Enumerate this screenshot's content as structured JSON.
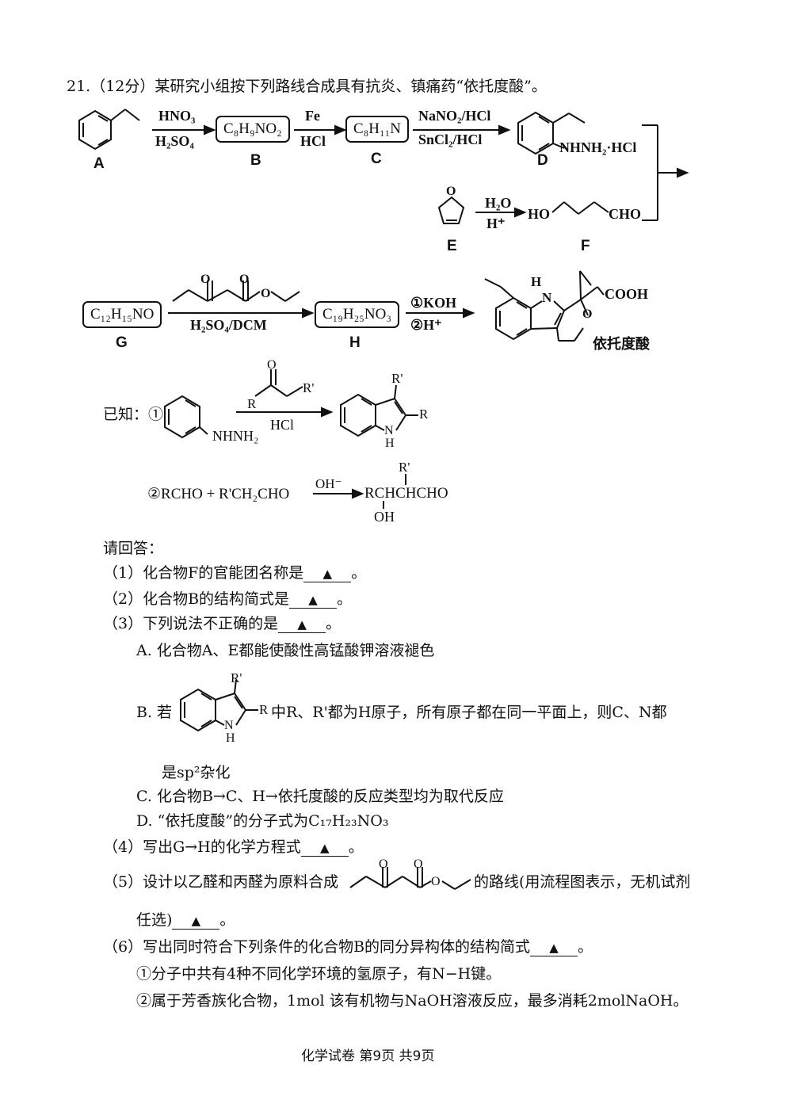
{
  "question": {
    "header": "21.（12分）某研究小组按下列路线合成具有抗炎、镇痛药“依托度酸”。"
  },
  "scheme": {
    "labels": {
      "A": "A",
      "B": "B",
      "C": "C",
      "D": "D",
      "E": "E",
      "F": "F",
      "G": "G",
      "H": "H"
    },
    "B_formula": "C₈H₉NO₂",
    "C_formula": "C₈H₁₁N",
    "G_formula": "C₁₂H₁₅NO",
    "H_formula": "C₁₉H₂₅NO₃",
    "r1_top": "HNO₃",
    "r1_bottom": "H₂SO₄",
    "r2_top": "Fe",
    "r2_bottom": "HCl",
    "r3_top": "NaNO₂/HCl",
    "r3_bottom": "SnCl₂/HCl",
    "D_substituent": "NHNH₂·HCl",
    "r4_top": "H₂O",
    "r4_bottom": "H⁺",
    "F_left": "HO",
    "F_right": "CHO",
    "r5_bottom": "H₂SO₄/DCM",
    "r6_top": "①KOH",
    "r6_bottom": "②H⁺",
    "product_nh": "H",
    "product_n": "N",
    "product_cooh": "COOH",
    "product_name": "依托度酸"
  },
  "known": {
    "prefix": "已知：①",
    "r1_sub": "NHNH₂",
    "r1_reagent": "HCl",
    "r1_R": "R",
    "r1_Rp": "R'",
    "r1_prod_N": "N",
    "r1_prod_H": "H",
    "r2_left": "②RCHO + R'CH₂CHO",
    "r2_cond": "OH⁻",
    "r2_product": "RCHCHCHO",
    "r2_oh": "OH",
    "r2_Rp": "R'"
  },
  "questions": {
    "intro": "请回答：",
    "q1": "（1）化合物F的官能团名称是",
    "q2": "（2）化合物B的结构简式是",
    "q3": "（3）下列说法不正确的是",
    "q3A": "A. 化合物A、E都能使酸性高锰酸钾溶液褪色",
    "q3B_pre": "B. 若",
    "q3B_post": "中R、R'都为H原子，所有原子都在同一平面上，则C、N都",
    "q3B_cont": "是sp²杂化",
    "q3C": "C. 化合物B→C、H→依托度酸的反应类型均为取代反应",
    "q3D": "D. “依托度酸”的分子式为C₁₇H₂₃NO₃",
    "q4": "（4）写出G→H的化学方程式",
    "q5_pre": "（5）设计以乙醛和丙醛为原料合成",
    "q5_post": "的路线(用流程图表示，无机试剂",
    "q5_cont": "任选)",
    "q6": "（6）写出同时符合下列条件的化合物B的同分异构体的结构简式",
    "q6_c1": "①分子中共有4种不同化学环境的氢原子，有N−H键。",
    "q6_c2": "②属于芳香族化合物，1mol 该有机物与NaOH溶液反应，最多消耗2molNaOH。",
    "blank_mark": "▲",
    "end": "。"
  },
  "footer": "化学试卷  第9页  共9页"
}
